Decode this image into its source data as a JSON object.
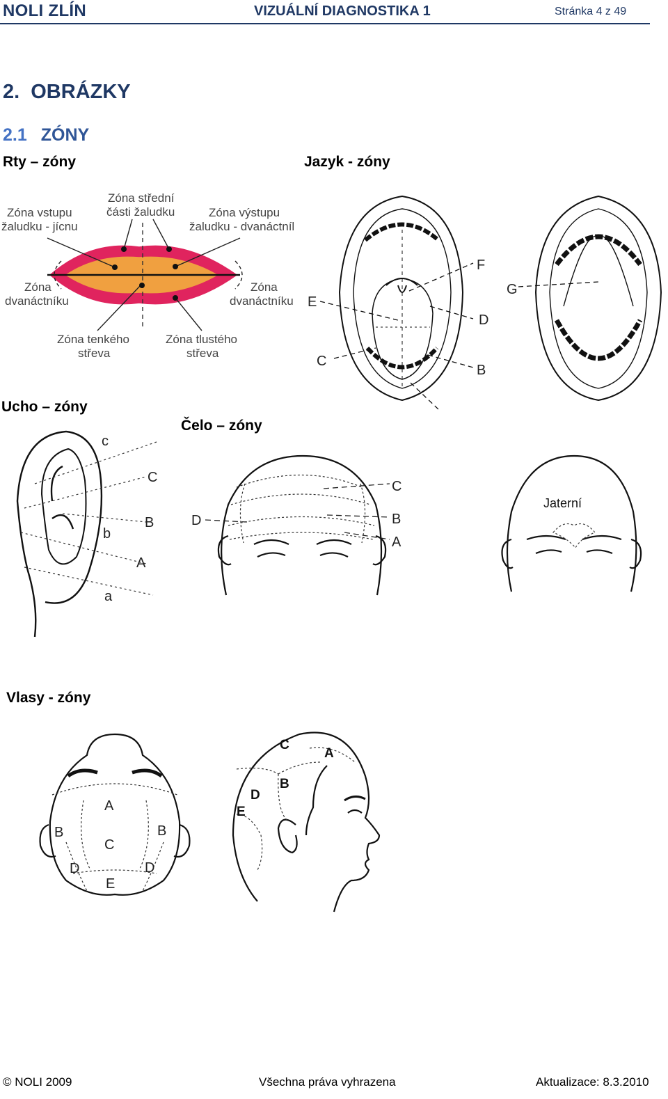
{
  "header": {
    "left": "NOLI ZLÍN",
    "center": "VIZUÁLNÍ DIAGNOSTIKA 1",
    "right": "Stránka 4 z 49"
  },
  "section": {
    "number": "2.",
    "title": "OBRÁZKY"
  },
  "subsection": {
    "number": "2.1",
    "title": "ZÓNY"
  },
  "figures": {
    "lips": {
      "caption": "Rty – zóny",
      "labels": {
        "stomach_middle_1": "Zóna střední",
        "stomach_middle_2": "části žaludku",
        "entry_1": "Zóna vstupu",
        "entry_2": "žaludku - jícnu",
        "exit_1": "Zóna výstupu",
        "exit_2": "žaludku - dvanáctníl",
        "duod_left_1": "Zóna",
        "duod_left_2": "dvanáctníku",
        "duod_right_1": "Zóna",
        "duod_right_2": "dvanáctníku",
        "small_int_1": "Zóna tenkého",
        "small_int_2": "střeva",
        "large_int_1": "Zóna tlustého",
        "large_int_2": "střeva"
      },
      "colors": {
        "outer": "#e0245e",
        "inner": "#f0a040"
      }
    },
    "tongue": {
      "caption": "Jazyk - zóny",
      "letters": {
        "F": "F",
        "E": "E",
        "D": "D",
        "C": "C",
        "B": "B",
        "G": "G"
      }
    },
    "ear": {
      "caption": "Ucho – zóny",
      "letters": {
        "c": "c",
        "C": "C",
        "B": "B",
        "b": "b",
        "A": "A",
        "a": "a"
      }
    },
    "forehead": {
      "caption": "Čelo – zóny",
      "letters": {
        "C": "C",
        "D": "D",
        "B": "B",
        "A": "A"
      },
      "liver_label": "Jaterní"
    },
    "hair": {
      "caption": "Vlasy - zóny",
      "top_letters": {
        "A": "A",
        "B1": "B",
        "B2": "B",
        "C": "C",
        "D1": "D",
        "D2": "D",
        "E": "E"
      },
      "side_letters": {
        "C": "C",
        "A": "A",
        "B": "B",
        "D": "D",
        "E": "E"
      }
    }
  },
  "footer": {
    "left": "© NOLI 2009",
    "center": "Všechna práva vyhrazena",
    "right": "Aktualizace: 8.3.2010"
  }
}
